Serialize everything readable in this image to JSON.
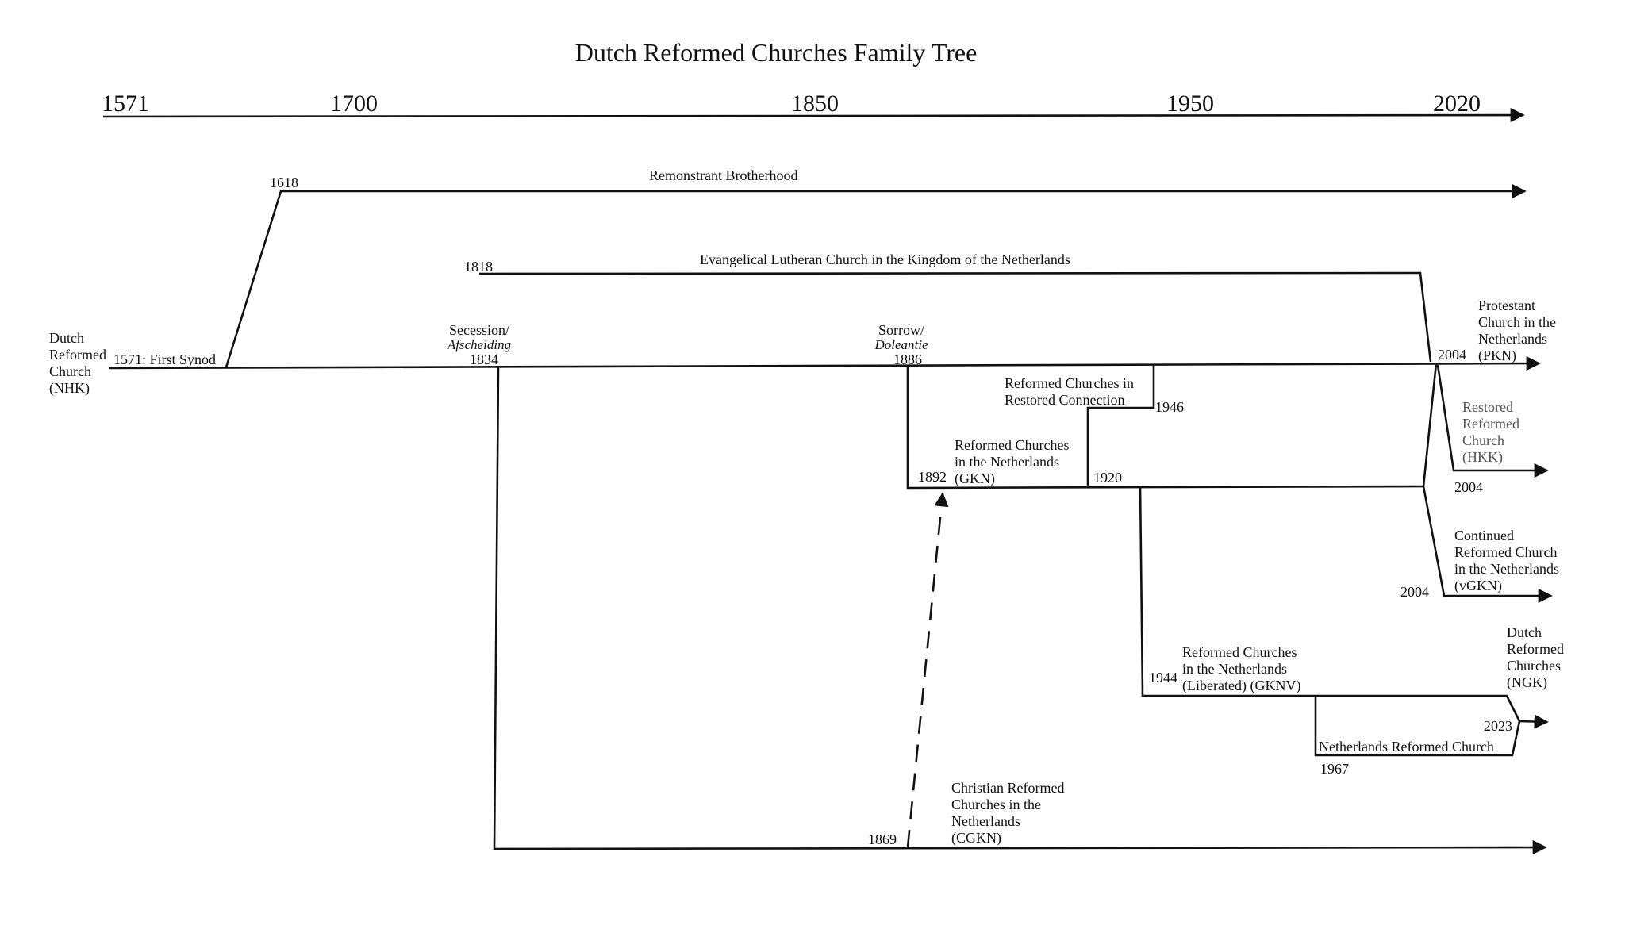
{
  "title": "Dutch Reformed Churches Family Tree",
  "axis_years": [
    "1571",
    "1700",
    "1850",
    "1950",
    "2020"
  ],
  "dutch_reformed_church": [
    "Dutch",
    "Reformed",
    "Church",
    "(NHK)"
  ],
  "first_synod": "1571: First Synod",
  "remonstrant": {
    "year": "1618",
    "name": "Remonstrant Brotherhood"
  },
  "lutheran": {
    "year": "1818",
    "name": "Evangelical Lutheran Church in the Kingdom of the Netherlands"
  },
  "secession": {
    "line1": "Secession/",
    "line2": "Afscheiding",
    "year": "1834"
  },
  "doleantie": {
    "line1": "Sorrow/",
    "line2": "Doleantie",
    "year": "1886"
  },
  "restored_connection": {
    "line1": "Reformed Churches in",
    "line2": "Restored Connection",
    "year": "1946"
  },
  "gkn": {
    "lines": [
      "Reformed Churches",
      "in the Netherlands",
      "(GKN)"
    ],
    "year": "1892",
    "year2": "1920"
  },
  "pkn": {
    "lines": [
      "Protestant",
      "Church in the",
      "Netherlands",
      "(PKN)"
    ],
    "year": "2004"
  },
  "hkk": {
    "lines": [
      "Restored",
      "Reformed",
      "Church",
      "(HKK)"
    ],
    "year": "2004"
  },
  "vgkn": {
    "lines": [
      "Continued",
      "Reformed Church",
      "in the Netherlands",
      "(vGKN)"
    ],
    "year": "2004"
  },
  "gknv": {
    "lines": [
      "Reformed Churches",
      "in the Netherlands",
      "(Liberated) (GKNV)"
    ],
    "year": "1944"
  },
  "ngk": {
    "lines": [
      "Dutch",
      "Reformed",
      "Churches",
      "(NGK)"
    ],
    "year": "2023"
  },
  "nrc": {
    "name": "Netherlands Reformed Church",
    "year": "1967"
  },
  "cgkn": {
    "lines": [
      "Christian Reformed",
      "Churches in the",
      "Netherlands",
      "(CGKN)"
    ],
    "year": "1869"
  }
}
